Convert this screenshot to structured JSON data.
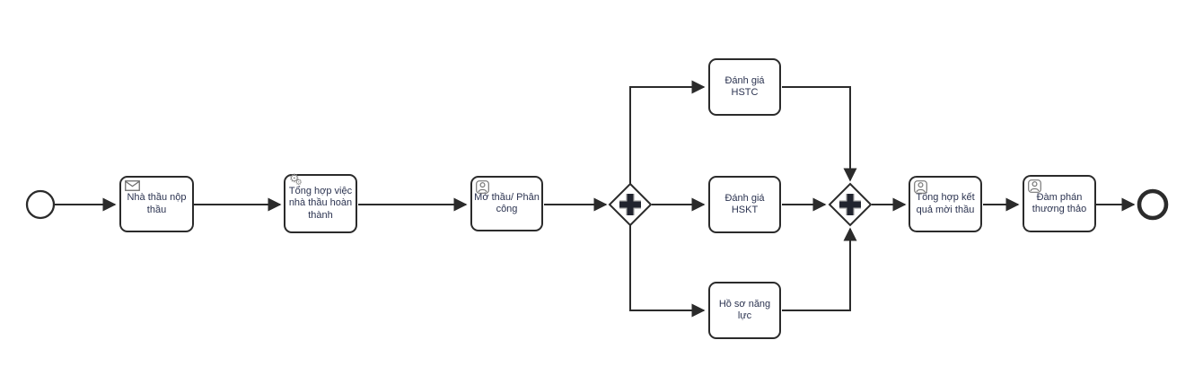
{
  "diagram": {
    "kind": "bpmn-process-flow",
    "background": "#ffffff",
    "stroke_color": "#2b2b2b",
    "text_color": "#2b3350",
    "icon_color": "#777777",
    "gateway_marker_color": "#21242f"
  },
  "events": [
    {
      "id": "start-event",
      "type": "start",
      "label": ""
    },
    {
      "id": "end-event",
      "type": "end",
      "label": ""
    }
  ],
  "tasks": [
    {
      "id": "nha-thau-nop-thau",
      "label": "Nhà thầu nộp thầu",
      "icon": "message-icon"
    },
    {
      "id": "tong-hop-viec",
      "label": "Tổng hợp việc nhà thầu hoàn thành",
      "icon": "gears-icon"
    },
    {
      "id": "mo-thau-phan-cong",
      "label": "Mở thầu/ Phân công",
      "icon": "user-icon"
    },
    {
      "id": "danh-gia-hstc",
      "label": "Đánh giá HSTC",
      "icon": ""
    },
    {
      "id": "danh-gia-hskt",
      "label": "Đánh giá HSKT",
      "icon": ""
    },
    {
      "id": "ho-so-nang-luc",
      "label": "Hồ sơ năng lực",
      "icon": ""
    },
    {
      "id": "tong-hop-ket-qua",
      "label": "Tổng hợp kết quả mời thầu",
      "icon": "user-icon"
    },
    {
      "id": "dam-phan-thuong-thao",
      "label": "Đàm phán thương thảo",
      "icon": "user-icon"
    }
  ],
  "gateways": [
    {
      "id": "gateway-split",
      "type": "parallel",
      "symbol": "+"
    },
    {
      "id": "gateway-join",
      "type": "parallel",
      "symbol": "+"
    }
  ],
  "flows": [
    {
      "from": "start-event",
      "to": "nha-thau-nop-thau"
    },
    {
      "from": "nha-thau-nop-thau",
      "to": "tong-hop-viec"
    },
    {
      "from": "tong-hop-viec",
      "to": "mo-thau-phan-cong"
    },
    {
      "from": "mo-thau-phan-cong",
      "to": "gateway-split"
    },
    {
      "from": "gateway-split",
      "to": "danh-gia-hstc"
    },
    {
      "from": "gateway-split",
      "to": "danh-gia-hskt"
    },
    {
      "from": "gateway-split",
      "to": "ho-so-nang-luc"
    },
    {
      "from": "danh-gia-hstc",
      "to": "gateway-join"
    },
    {
      "from": "danh-gia-hskt",
      "to": "gateway-join"
    },
    {
      "from": "ho-so-nang-luc",
      "to": "gateway-join"
    },
    {
      "from": "gateway-join",
      "to": "tong-hop-ket-qua"
    },
    {
      "from": "tong-hop-ket-qua",
      "to": "dam-phan-thuong-thao"
    },
    {
      "from": "dam-phan-thuong-thao",
      "to": "end-event"
    }
  ]
}
